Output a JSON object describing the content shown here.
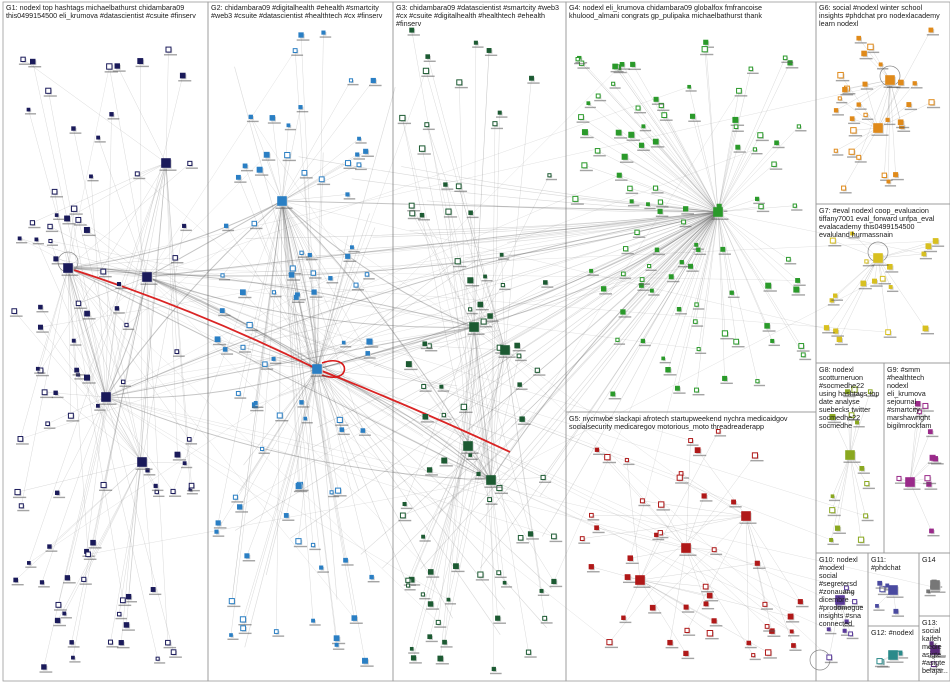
{
  "groups": [
    {
      "id": "G1",
      "label": "G1: nodexl top hashtags michaelbathurst chidambara09 this0499154500 eli_krumova #datascientist #csuite #finserv",
      "color": "#1a1a5a"
    },
    {
      "id": "G2",
      "label": "G2: chidambara09 #digitalhealth #ehealth #smartcity #web3 #csuite #datascientist #healthtech #cx #finserv",
      "color": "#2a7fc4"
    },
    {
      "id": "G3",
      "label": "G3: chidambara09 #datascientist #smartcity #web3 #cx #csuite #digitalhealth #healthtech #ehealth #finserv",
      "color": "#1c5a32"
    },
    {
      "id": "G4",
      "label": "G4: nodexl eli_krumova chidambara09 globalfox fmfrancoise khulood_almani congrats gp_pulipaka michaelbathurst thank",
      "color": "#2a9a2a"
    },
    {
      "id": "G5",
      "label": "G5: nycmwbe slackapi afrotech startupweekend nychra medicaidgov socialsecurity medicaregov motorious_moto threadreaderapp",
      "color": "#b01818"
    },
    {
      "id": "G6",
      "label": "G6: social #nodexl winter school insights #phdchat pro nodexlacademy learn nodexl",
      "color": "#e08a1a"
    },
    {
      "id": "G7",
      "label": "G7: #eval nodexl coop_evaluacion tiffany7001 eval_forward unfpa_eval evalacademy this0499154500 evaluland hurmassnain",
      "color": "#d8c020"
    },
    {
      "id": "G8",
      "label": "G8: nodexl scotturneruon #socmedhe22 using hashtags top date analyse suebecks twitter socmedhe22 socmedhe",
      "color": "#8aa820"
    },
    {
      "id": "G9",
      "label": "G9: #smm #healthtech nodexl eli_krumova sejournal #smartcity marshawright bigilmrockfam",
      "color": "#9a2a8a"
    },
    {
      "id": "G10",
      "label": "G10: nodexl #nodexl social #segretersd #zonauang dicembre #prodomogue insights #sna connected",
      "color": "#5a3a9a"
    },
    {
      "id": "G11",
      "label": "G11: #phdchat",
      "color": "#4a4aa0"
    },
    {
      "id": "G12",
      "label": "G12: #nodexl",
      "color": "#2a8a8a"
    },
    {
      "id": "G13",
      "label": "G13: social kaifeh medie asigte #asigte belajar...",
      "color": "#5a2a7a"
    },
    {
      "id": "G14",
      "label": "G14",
      "color": "#777777"
    }
  ]
}
